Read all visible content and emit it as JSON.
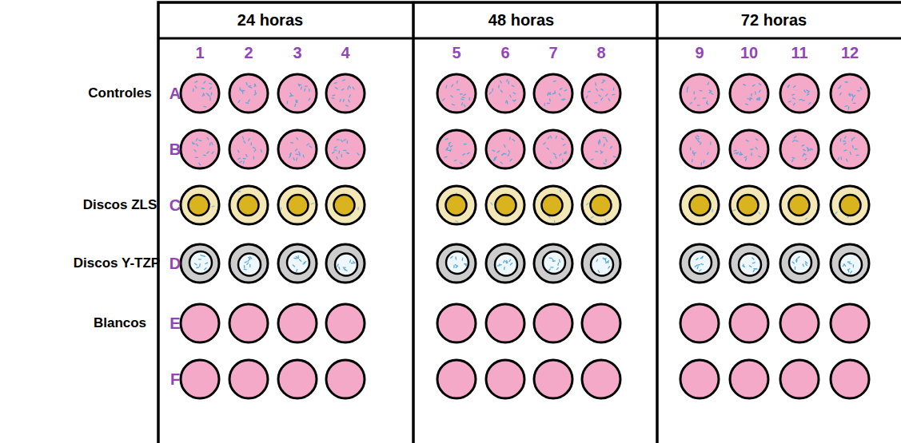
{
  "diagram": {
    "nodes": [
      {
        "text": [
          "24 horas"
        ]
      },
      {
        "text": [
          "48 horas"
        ]
      },
      {
        "text": [
          "72 horas"
        ]
      }
    ],
    "labels": [
      "1",
      "2",
      "3",
      "4",
      "5",
      "6",
      "7",
      "8",
      "9",
      "10",
      "11",
      "12",
      "Controles",
      "A",
      "B",
      "Discos ZLS",
      "C",
      "Discos Y-TZP",
      "D",
      "Blancos",
      "E",
      "F"
    ]
  }
}
